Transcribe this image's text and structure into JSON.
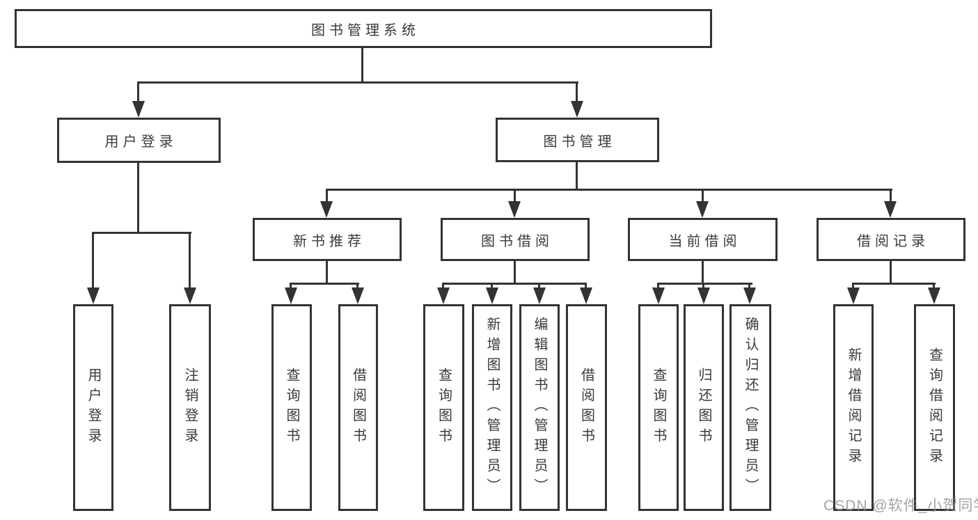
{
  "tree": {
    "root": "图书管理系统",
    "branches": [
      {
        "label": "用户登录",
        "children": [
          "用户登录",
          "注销登录"
        ]
      },
      {
        "label": "图书管理",
        "groups": [
          {
            "label": "新书推荐",
            "children": [
              "查询图书",
              "借阅图书"
            ]
          },
          {
            "label": "图书借阅",
            "children": [
              "查询图书",
              "新增图书（管理员）",
              "编辑图书（管理员）",
              "借阅图书"
            ]
          },
          {
            "label": "当前借阅",
            "children": [
              "查询图书",
              "归还图书",
              "确认归还（管理员）"
            ]
          },
          {
            "label": "借阅记录",
            "children": [
              "新增借阅记录",
              "查询借阅记录"
            ]
          }
        ]
      }
    ]
  },
  "watermark": {
    "text": "CSDN @软件_小贺同学"
  },
  "colors": {
    "line": "#333333",
    "text": "#3a3a3a",
    "watermark": "#949494",
    "background": "#ffffff"
  }
}
